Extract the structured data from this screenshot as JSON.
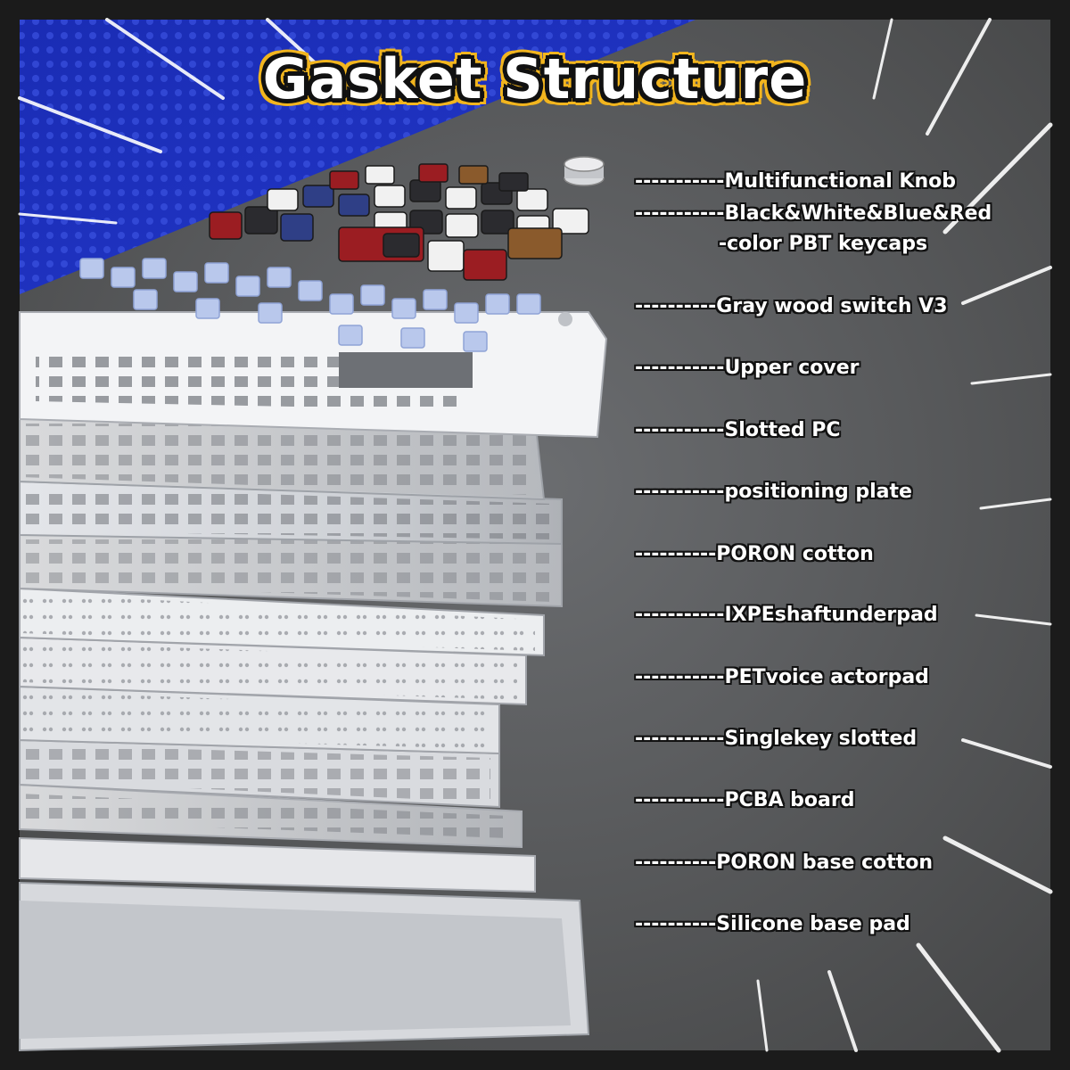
{
  "title": "Gasket Structure",
  "layers": [
    {
      "label": "-----------Multifunctional Knob"
    },
    {
      "label": "-----------Black&White&Blue&Red"
    },
    {
      "label": "-color  PBT keycaps"
    },
    {
      "label": "----------Gray  wood  switch  V3"
    },
    {
      "label": "-----------Upper cover"
    },
    {
      "label": "-----------Slotted PC"
    },
    {
      "label": "-----------positioning plate"
    },
    {
      "label": "----------PORON cotton"
    },
    {
      "label": "-----------IXPEshaftunderpad"
    },
    {
      "label": "-----------PETvoice actorpad"
    },
    {
      "label": "-----------Singlekey slotted"
    },
    {
      "label": "-----------PCBA board"
    },
    {
      "label": "----------PORON base cotton"
    },
    {
      "label": "----------Silicone base pad"
    }
  ],
  "colors": {
    "frame": "#1b1b1b",
    "background": "#5a5c5e",
    "blue_corner": "#1b2fb8",
    "title_outline": "#f2b51e",
    "keycap_red": "#9b1d22",
    "keycap_blue": "#2f3f86",
    "keycap_brown": "#8a5a2c",
    "switch_blue": "#b9c8ec"
  }
}
